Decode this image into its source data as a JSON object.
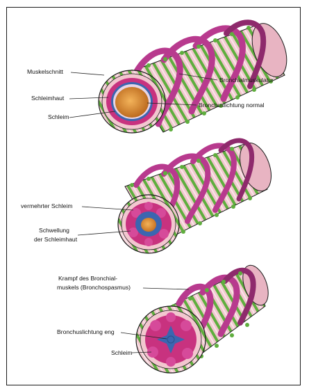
{
  "figures": [
    {
      "labels": {
        "muscle_cut": "Muskelschnitt",
        "mucosa": "Schleimhaut",
        "mucus": "Schleim",
        "bronchial_muscles": "Bronchialmuskulatur",
        "lumen": "Bronchuslichtung normal"
      }
    },
    {
      "labels": {
        "more_mucus": "vermehrter Schleim",
        "swelling_line1": "Schwellung",
        "swelling_line2": "der Schleimhaut"
      }
    },
    {
      "labels": {
        "spasm_line1": "Krampf des Bronchial-",
        "spasm_line2": "muskels (Bronchospasmus)",
        "narrow_lumen": "Bronchuslichtung eng",
        "mucus": "Schleim"
      }
    }
  ],
  "colors": {
    "muscle_band": "#b83a8e",
    "muscle_band_dark": "#8e2a6c",
    "green_stripe": "#5fae3e",
    "pink_tissue": "#f2c7cf",
    "mucosa_ring": "#c8327f",
    "blue_layer": "#3b66b0",
    "lumen": "#e08a2a",
    "outline": "#1a1a1a"
  }
}
